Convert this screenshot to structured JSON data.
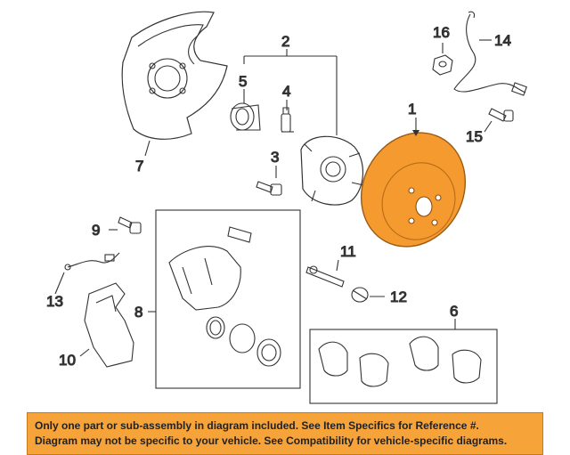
{
  "callouts": {
    "c1": "1",
    "c2": "2",
    "c3": "3",
    "c4": "4",
    "c5": "5",
    "c6": "6",
    "c7": "7",
    "c8": "8",
    "c9": "9",
    "c10": "10",
    "c11": "11",
    "c12": "12",
    "c13": "13",
    "c14": "14",
    "c15": "15",
    "c16": "16"
  },
  "banner": {
    "line1": "Only one part or sub-assembly in diagram included. See Item Specifics for Reference #.",
    "line2": "Diagram may not be specific to your vehicle. See Compatibility for vehicle-specific diagrams."
  },
  "colors": {
    "rotor_fill": "#f59a2e",
    "rotor_edge": "#c9731a",
    "banner_bg": "#f6a33a",
    "line": "#333333"
  }
}
